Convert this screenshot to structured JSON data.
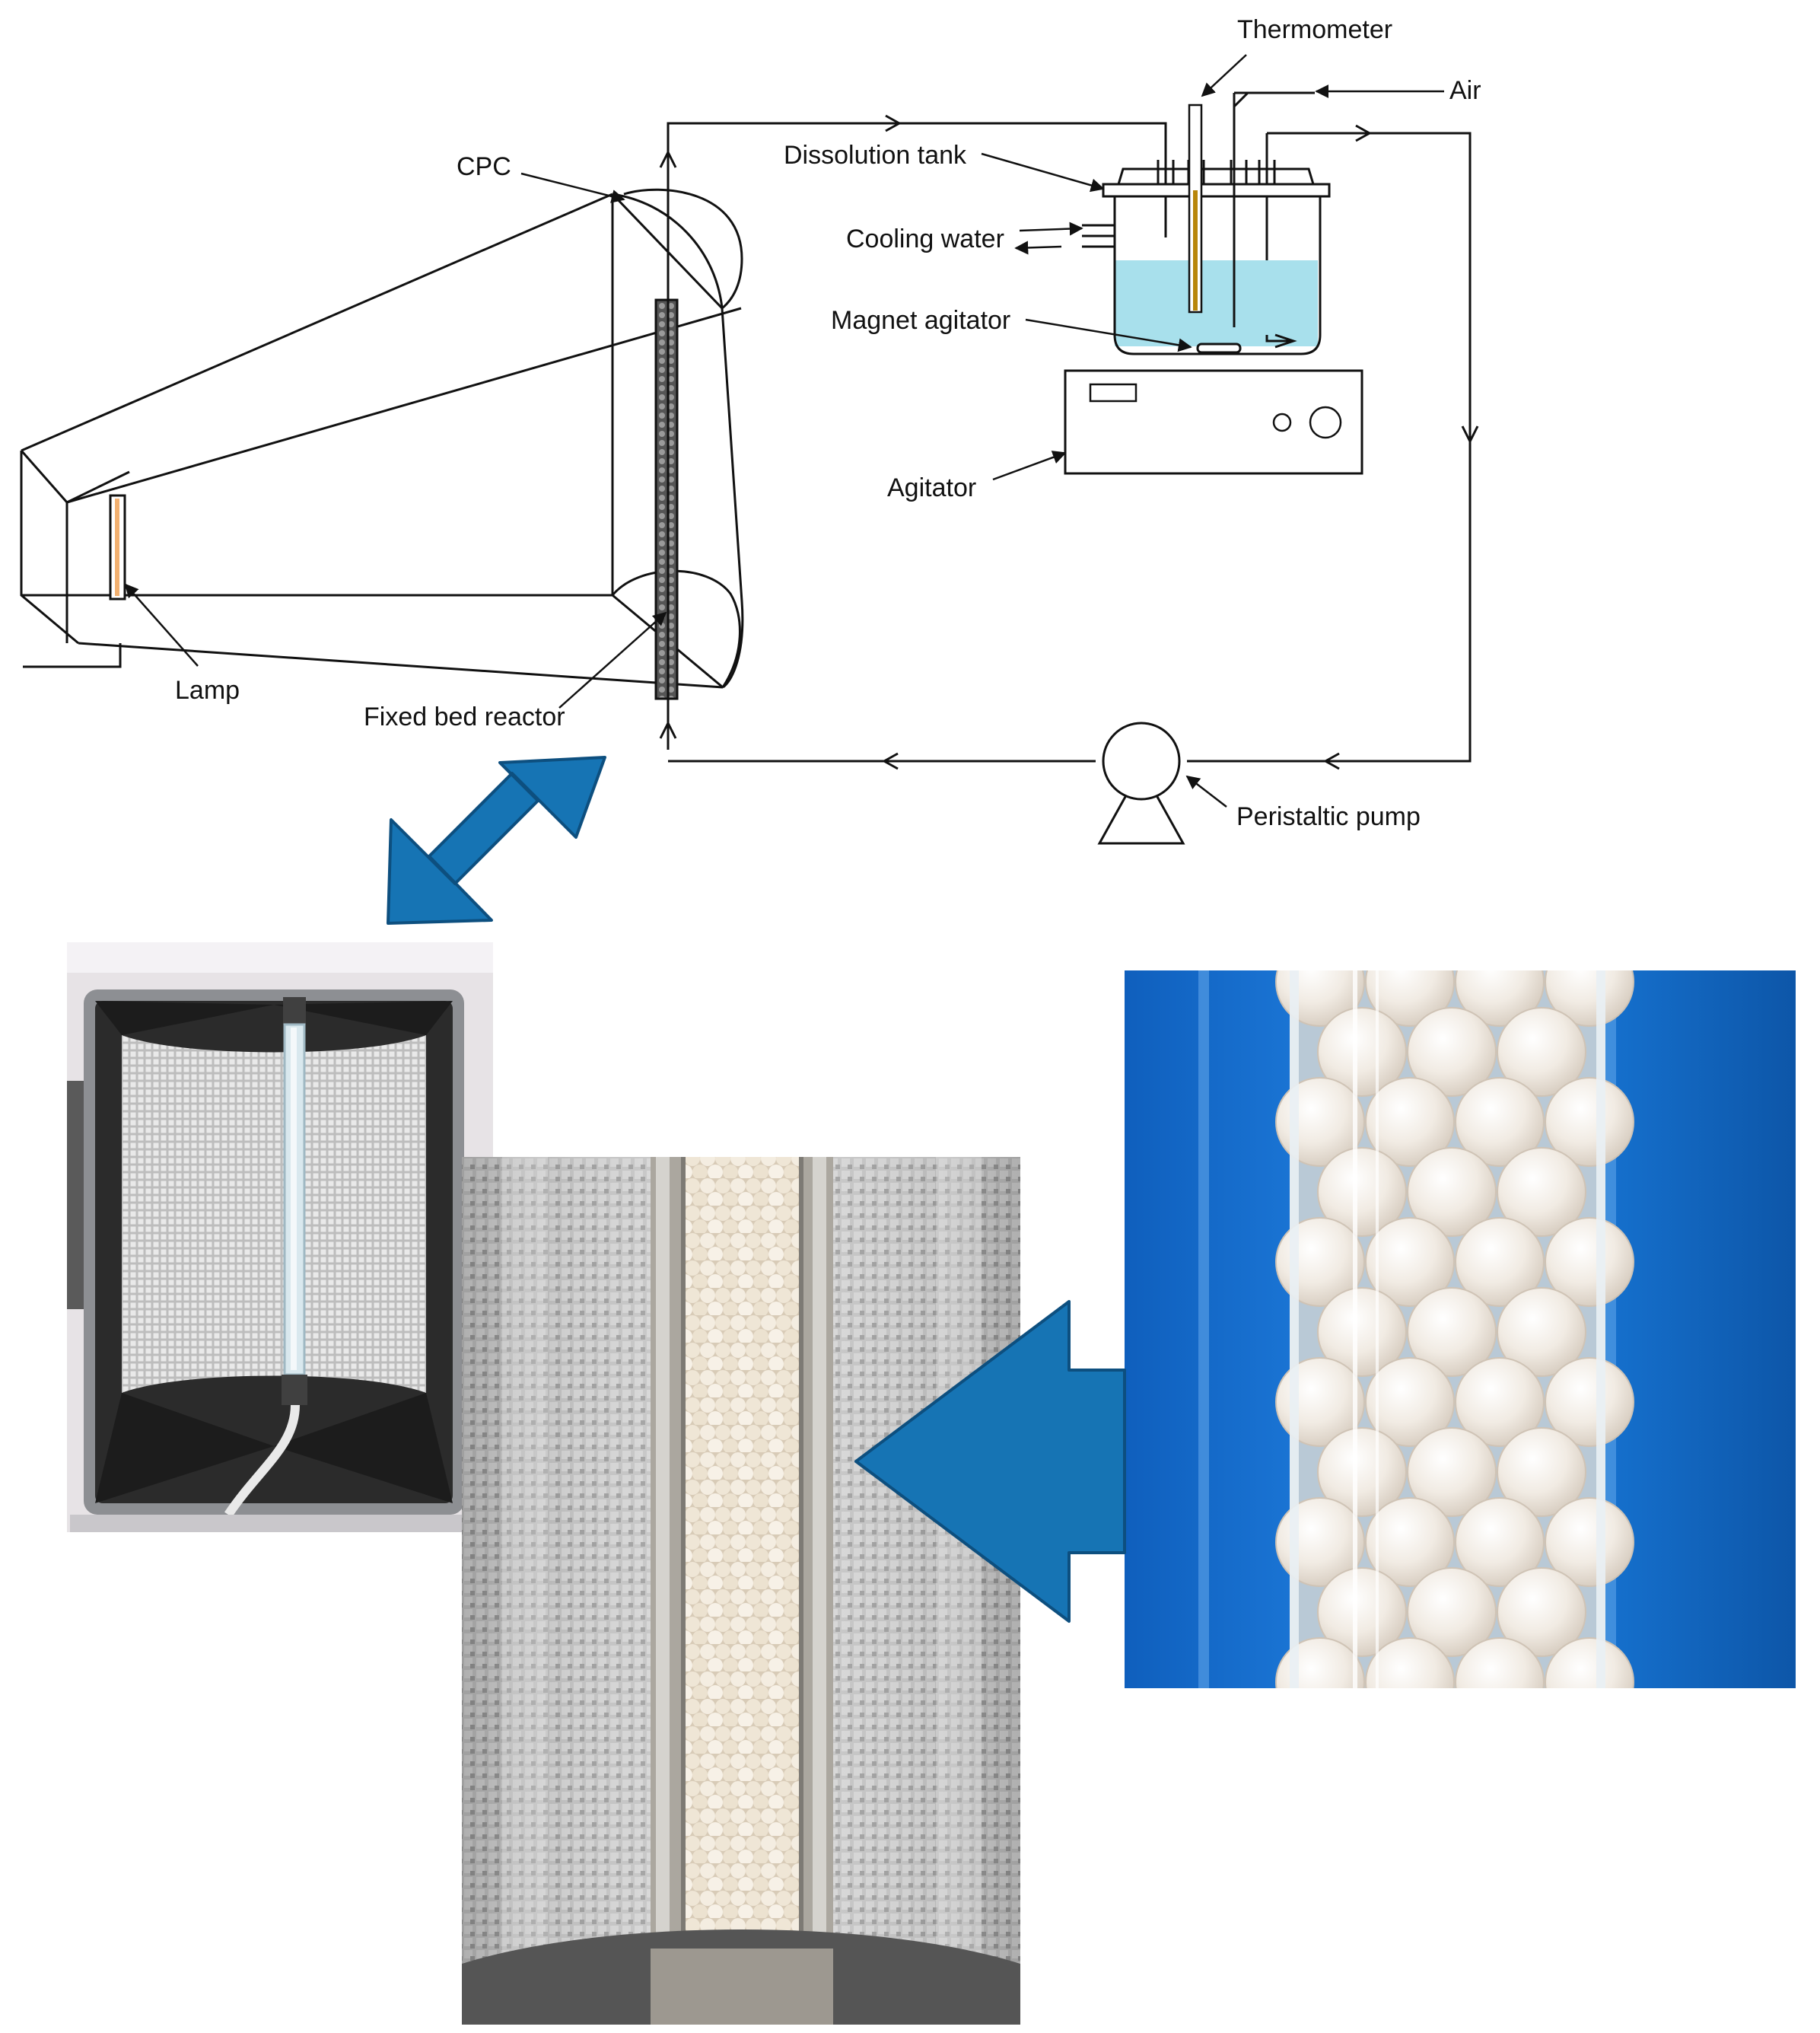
{
  "labels": {
    "thermometer": "Thermometer",
    "air": "Air",
    "dissolution_tank": "Dissolution tank",
    "cpc": "CPC",
    "cooling_water": "Cooling water",
    "magnet_agitator": "Magnet agitator",
    "agitator": "Agitator",
    "lamp": "Lamp",
    "fixed_bed_reactor": "Fixed bed reactor",
    "peristaltic_pump": "Peristaltic pump"
  },
  "colors": {
    "line": "#111111",
    "water": "#a8e0ec",
    "lamp_tube": "#f2b070",
    "thermometer_fill": "#b8860b",
    "arrow_blue": "#1674b4",
    "arrow_blue_dark": "#0d4f7f",
    "background_blue": "#1468c8",
    "bead": "#f3ece2",
    "reflector_gray": "#b9b9b9"
  },
  "photos": {
    "left": "cpc-reactor-photo",
    "middle": "fixed-bed-tube-closeup-photo",
    "right": "glass-beads-closeup-photo"
  }
}
